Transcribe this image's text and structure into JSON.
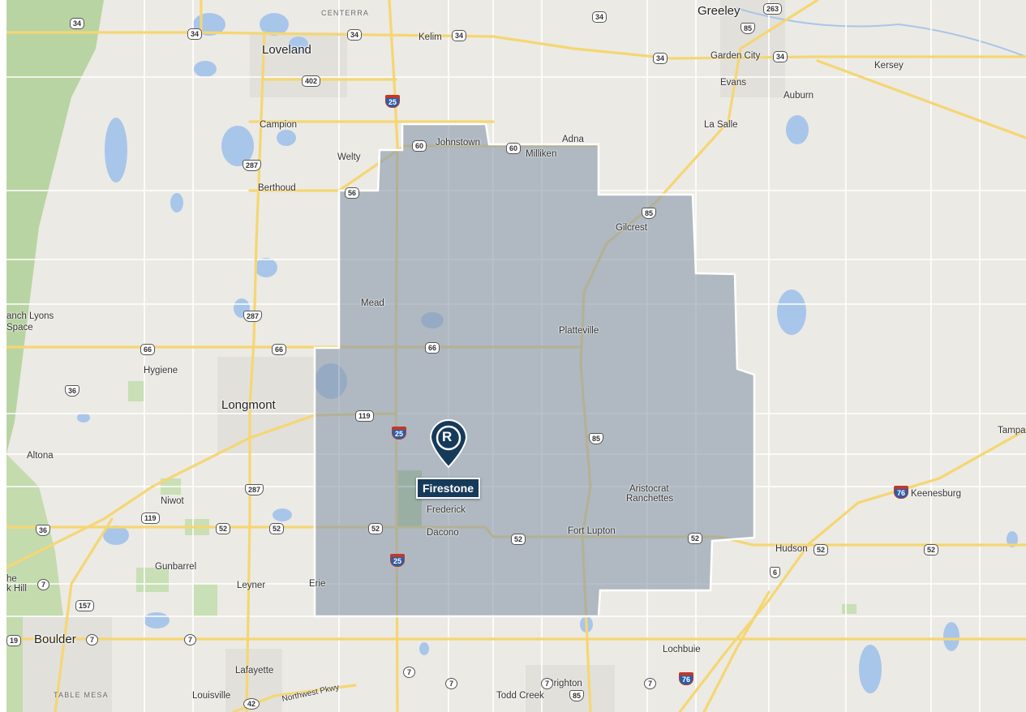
{
  "map": {
    "service_area": {
      "fill": "#8a9bab",
      "stroke": "#ffffff"
    },
    "marker": {
      "icon": "letter-r-pin-icon",
      "glyph": "R",
      "color": "#163a5a",
      "label": "Firestone"
    },
    "colors": {
      "land": "#eceae4",
      "water": "#a8c6ea",
      "park": "#c9dfb5",
      "highway": "#f5d673",
      "road": "#ffffff"
    },
    "places": {
      "loveland": "Loveland",
      "greeley": "Greeley",
      "centerra": "CENTERRA",
      "kelim": "Kelim",
      "garden_city": "Garden City",
      "kersey": "Kersey",
      "evans": "Evans",
      "auburn": "Auburn",
      "la_salle": "La Salle",
      "campion": "Campion",
      "johnstown": "Johnstown",
      "adna": "Adna",
      "milliken": "Milliken",
      "welty": "Welty",
      "berthoud": "Berthoud",
      "gilcrest": "Gilcrest",
      "mead": "Mead",
      "platteville": "Platteville",
      "lyons": "Lyons",
      "anch": "anch",
      "space": "Space",
      "hygiene": "Hygiene",
      "longmont": "Longmont",
      "altona": "Altona",
      "niwot": "Niwot",
      "frederick": "Frederick",
      "dacono": "Dacono",
      "fort_lupton": "Fort Lupton",
      "aristocrat_1": "Aristocrat",
      "aristocrat_2": "Ranchettes",
      "keenesburg": "Keenesburg",
      "tampa": "Tampa",
      "hudson": "Hudson",
      "gunbarrel": "Gunbarrel",
      "leyner": "Leyner",
      "erie": "Erie",
      "he": "he",
      "k_hill": "k Hill",
      "boulder": "Boulder",
      "lochbuie": "Lochbuie",
      "lafayette": "Lafayette",
      "brighton": "Brighton",
      "table_mesa": "TABLE MESA",
      "louisville": "Louisville",
      "todd_creek": "Todd Creek",
      "nw_pkwy": "Northwest Pkwy"
    },
    "shields": {
      "s34a": "34",
      "s34b": "34",
      "s34c": "34",
      "s34d": "34",
      "s34e": "34",
      "s34f": "34",
      "s34g": "34",
      "s263": "263",
      "s85a": "85",
      "s85b": "85",
      "s85c": "85",
      "s85d": "85",
      "s402": "402",
      "s25a": "25",
      "s25b": "25",
      "s25c": "25",
      "s60a": "60",
      "s60b": "60",
      "s287a": "287",
      "s287b": "287",
      "s287c": "287",
      "s56": "56",
      "s66a": "66",
      "s66b": "66",
      "s66c": "66",
      "s36a": "36",
      "s36b": "36",
      "s119a": "119",
      "s119b": "119",
      "s52a": "52",
      "s52b": "52",
      "s52c": "52",
      "s52d": "52",
      "s52e": "52",
      "s52f": "52",
      "s52g": "52",
      "s76a": "76",
      "s76b": "76",
      "s6": "6",
      "s7a": "7",
      "s7b": "7",
      "s7c": "7",
      "s7d": "7",
      "s7e": "7",
      "s7f": "7",
      "s7g": "7",
      "s157": "157",
      "s19": "19",
      "s42": "42"
    }
  }
}
